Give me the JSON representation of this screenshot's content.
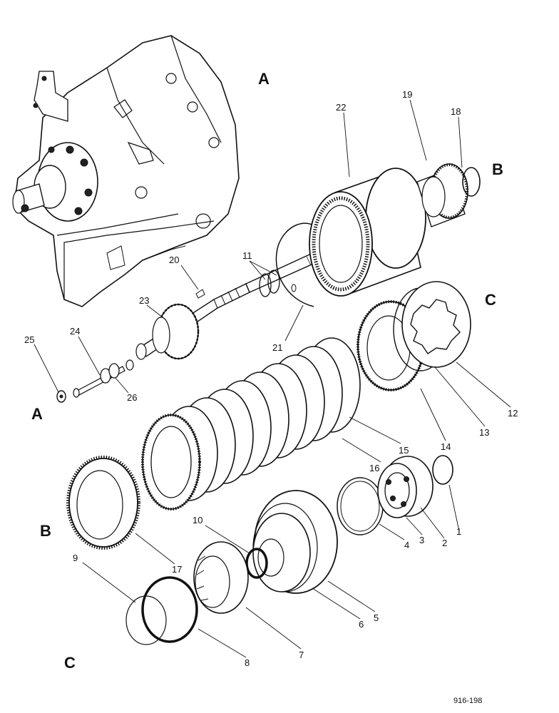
{
  "section_labels": {
    "a_top": "A",
    "b_top": "B",
    "c_top": "C",
    "a_left": "A",
    "b_left": "B",
    "c_bottom": "C"
  },
  "callouts": {
    "c1": "1",
    "c2": "2",
    "c3": "3",
    "c4": "4",
    "c5": "5",
    "c6": "6",
    "c7": "7",
    "c8": "8",
    "c9": "9",
    "c10": "10",
    "c11": "11",
    "c12": "12",
    "c13": "13",
    "c14": "14",
    "c15": "15",
    "c16": "16",
    "c17": "17",
    "c18": "18",
    "c19": "19",
    "c20": "20",
    "c21": "21",
    "c22": "22",
    "c23": "23",
    "c24": "24",
    "c25": "25",
    "c26": "26"
  },
  "figure_number": "916-198"
}
